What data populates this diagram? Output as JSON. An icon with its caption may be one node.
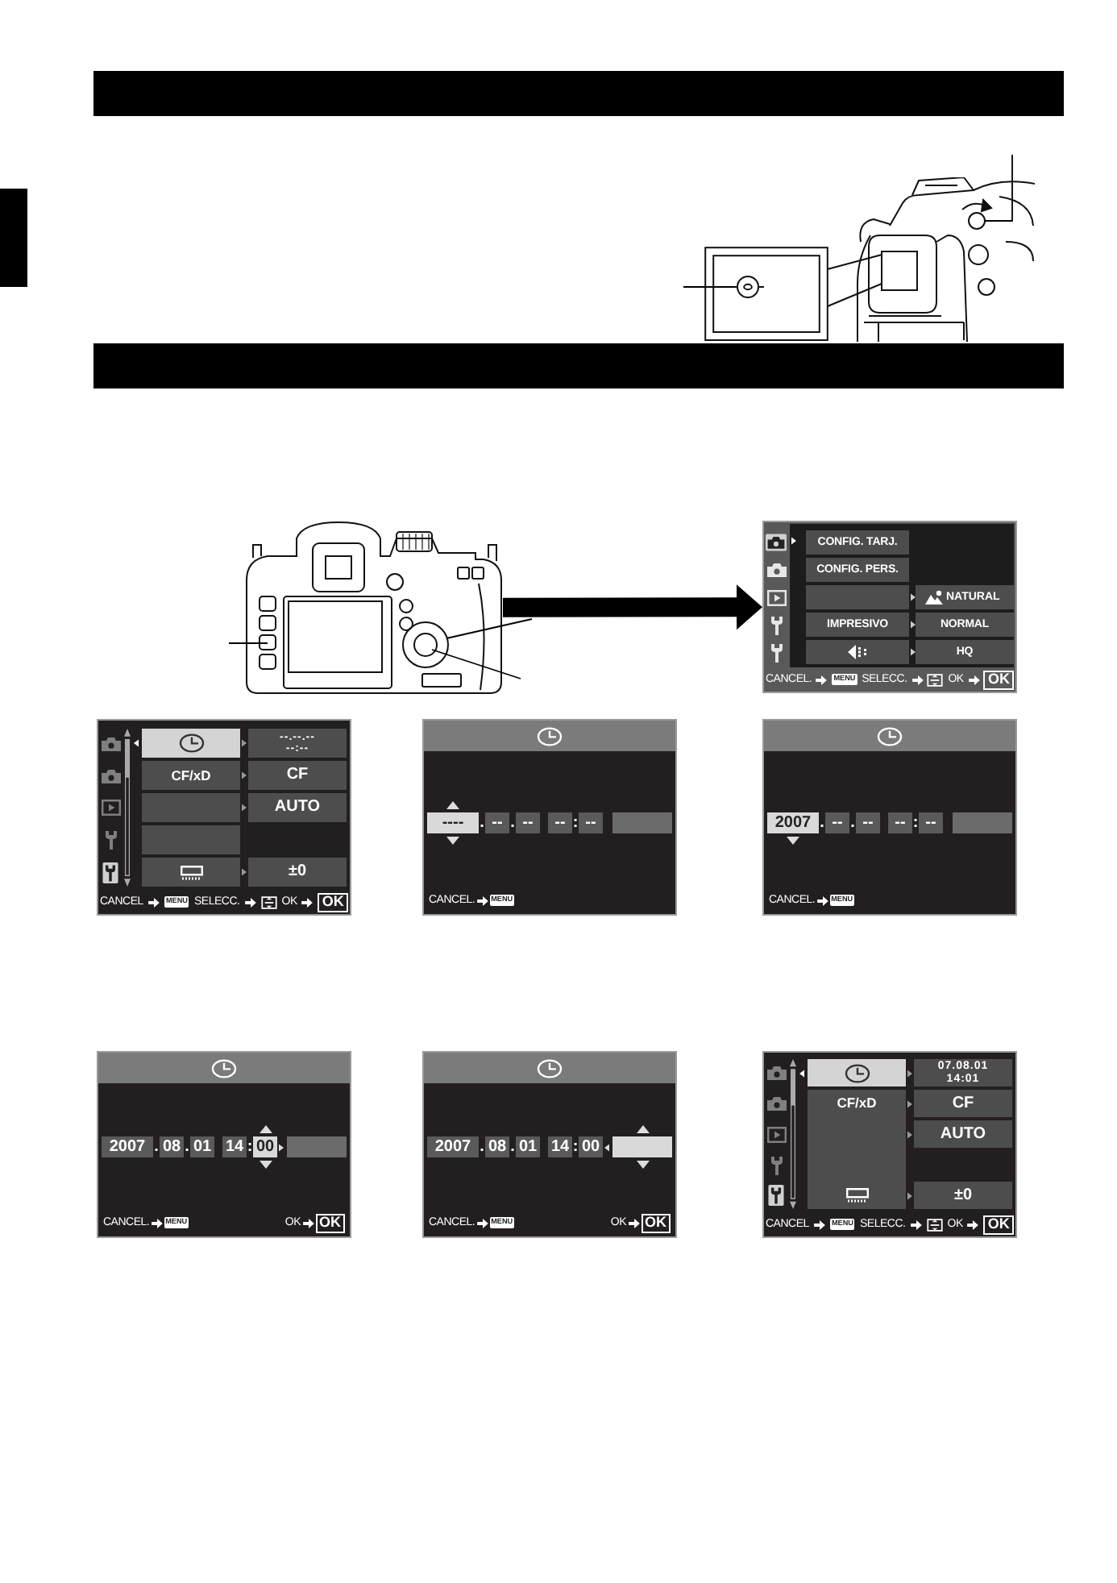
{
  "diagram": {
    "nodes": [
      {
        "text": [],
        "shape": "picture"
      },
      {
        "text": [],
        "shape": "picture"
      },
      {
        "text": [
          "CONFIG. TARJ.",
          "CONFIG. PERS.",
          "NATURAL",
          "IMPRESIVO",
          "NORMAL",
          "HQ",
          "CANCEL.",
          "MENU",
          "SELECC.",
          "OK",
          "OK"
        ]
      },
      {
        "text": [
          "--.--.-- --:--",
          "CF/xD",
          "CF",
          "AUTO",
          "±0",
          "CANCEL",
          "MENU",
          "SELECC.",
          "OK",
          "OK"
        ]
      },
      {
        "text": [
          "----",
          ".",
          "--",
          ".",
          "--",
          "--",
          ":",
          "--",
          "CANCEL.",
          "MENU"
        ]
      },
      {
        "text": [
          "2007",
          ".",
          "--",
          ".",
          "--",
          "--",
          ":",
          "--",
          "CANCEL.",
          "MENU"
        ]
      },
      {
        "text": [
          "2007",
          ".",
          "08",
          ".",
          "01",
          "14",
          ":",
          "00",
          "CANCEL.",
          "MENU",
          "OK",
          "OK"
        ]
      },
      {
        "text": [
          "2007",
          ".",
          "08",
          ".",
          "01",
          "14",
          ":",
          "00",
          "CANCEL.",
          "MENU",
          "OK",
          "OK"
        ]
      },
      {
        "text": [
          "07.08.01 14:01",
          "CF/xD",
          "CF",
          "AUTO",
          "±0",
          "CANCEL",
          "MENU",
          "SELECC.",
          "OK",
          "OK"
        ]
      }
    ],
    "edges": [
      {
        "from": null,
        "to": 0,
        "arrow": "none"
      },
      {
        "from": null,
        "to": 0,
        "arrow": "none"
      },
      {
        "from": null,
        "to": 1,
        "arrow": "none"
      },
      {
        "from": null,
        "to": 1,
        "arrow": "none"
      },
      {
        "from": null,
        "to": 1,
        "arrow": "none"
      },
      {
        "from": 1,
        "to": 2,
        "arrow": "to",
        "style": "thick"
      }
    ]
  }
}
